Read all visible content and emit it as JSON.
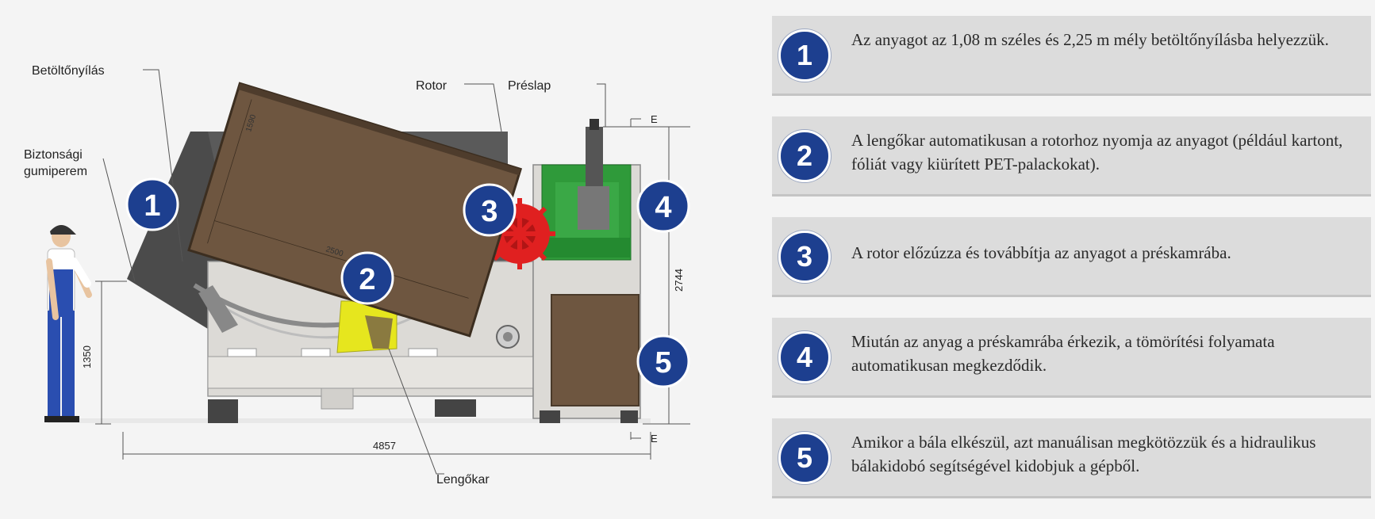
{
  "diagram": {
    "labels": {
      "inlet": "Betöltőnyílás",
      "edge_line1": "Biztonsági",
      "edge_line2": "gumiperem",
      "rotor": "Rotor",
      "press_plate": "Préslap",
      "swing_arm": "Lengőkar",
      "section": "E"
    },
    "dimensions": {
      "height_total": "2744",
      "height_inlet": "1350",
      "length": "4857",
      "box_length": "2500",
      "box_width": "1590"
    },
    "markers": [
      "1",
      "2",
      "3",
      "4",
      "5"
    ]
  },
  "steps": [
    {
      "number": "1",
      "text": "Az anyagot az 1,08 m széles és 2,25 m mély betöltőnyílásba helyezzük."
    },
    {
      "number": "2",
      "text": "A lengőkar automatikusan a rotorhoz nyomja az anyagot (például kartont, fóliát vagy kiürített PET-palackokat)."
    },
    {
      "number": "3",
      "text": "A rotor előzúzza és továbbítja az anyagot a préskamrába."
    },
    {
      "number": "4",
      "text": "Miután az anyag a préskamrába érkezik, a tömörítési folyamata automatikusan megkezdődik."
    },
    {
      "number": "5",
      "text": "Amikor a bála elkészül, azt manuálisan megkötözzük és a hidraulikus bálakidobó segítségével kidobjuk a gépből."
    }
  ],
  "colors": {
    "badge": "#1d3f8f",
    "box": "#6e5640",
    "frame": "#dcdad6",
    "hopper": "#595959",
    "press": "#2f9a3a",
    "rotor": "#e02020",
    "arm": "#e6e61e",
    "panel": "#dcdcdc"
  }
}
